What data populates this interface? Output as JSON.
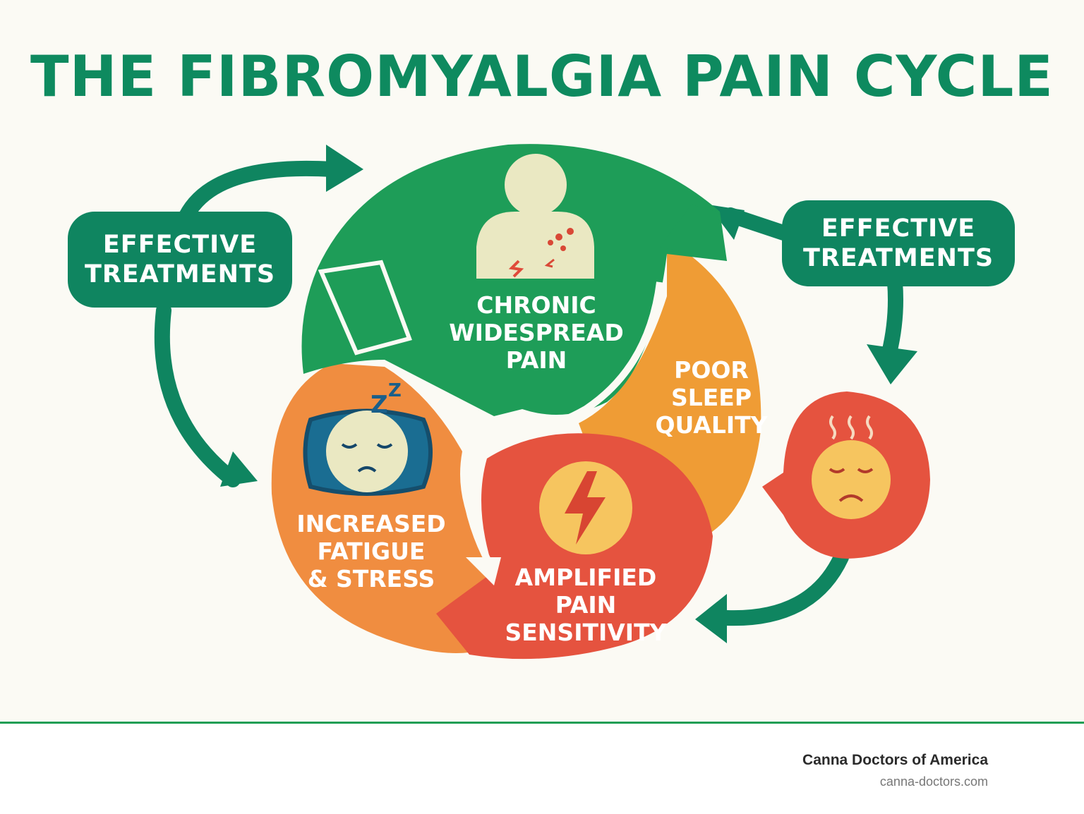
{
  "title": "THE FIBROMYALGIA PAIN CYCLE",
  "nodes": {
    "chronic": {
      "line1": "CHRONIC",
      "line2": "WIDESPREAD",
      "line3": "PAIN",
      "icon": "body-pain-icon",
      "color": "#1e9d58"
    },
    "sleep": {
      "line1": "POOR",
      "line2": "SLEEP",
      "line3": "QUALITY",
      "color": "#ef9c35"
    },
    "amplified": {
      "line1": "AMPLIFIED",
      "line2": "PAIN",
      "line3": "SENSITIVITY",
      "icon": "lightning-icon",
      "color": "#e5533f"
    },
    "fatigue": {
      "line1": "INCREASED",
      "line2": "FATIGUE",
      "line3": "& STRESS",
      "icon": "sleeping-face-icon",
      "color": "#f08d40"
    }
  },
  "treatments": {
    "left": {
      "line1": "EFFECTIVE",
      "line2": "TREATMENTS"
    },
    "right": {
      "line1": "EFFECTIVE",
      "line2": "TREATMENTS"
    },
    "color": "#0f8560"
  },
  "side_node": {
    "icon": "distressed-face-icon",
    "color": "#e5533f"
  },
  "footer": {
    "brand": "Canna Doctors of America",
    "site": "canna-doctors.com"
  }
}
